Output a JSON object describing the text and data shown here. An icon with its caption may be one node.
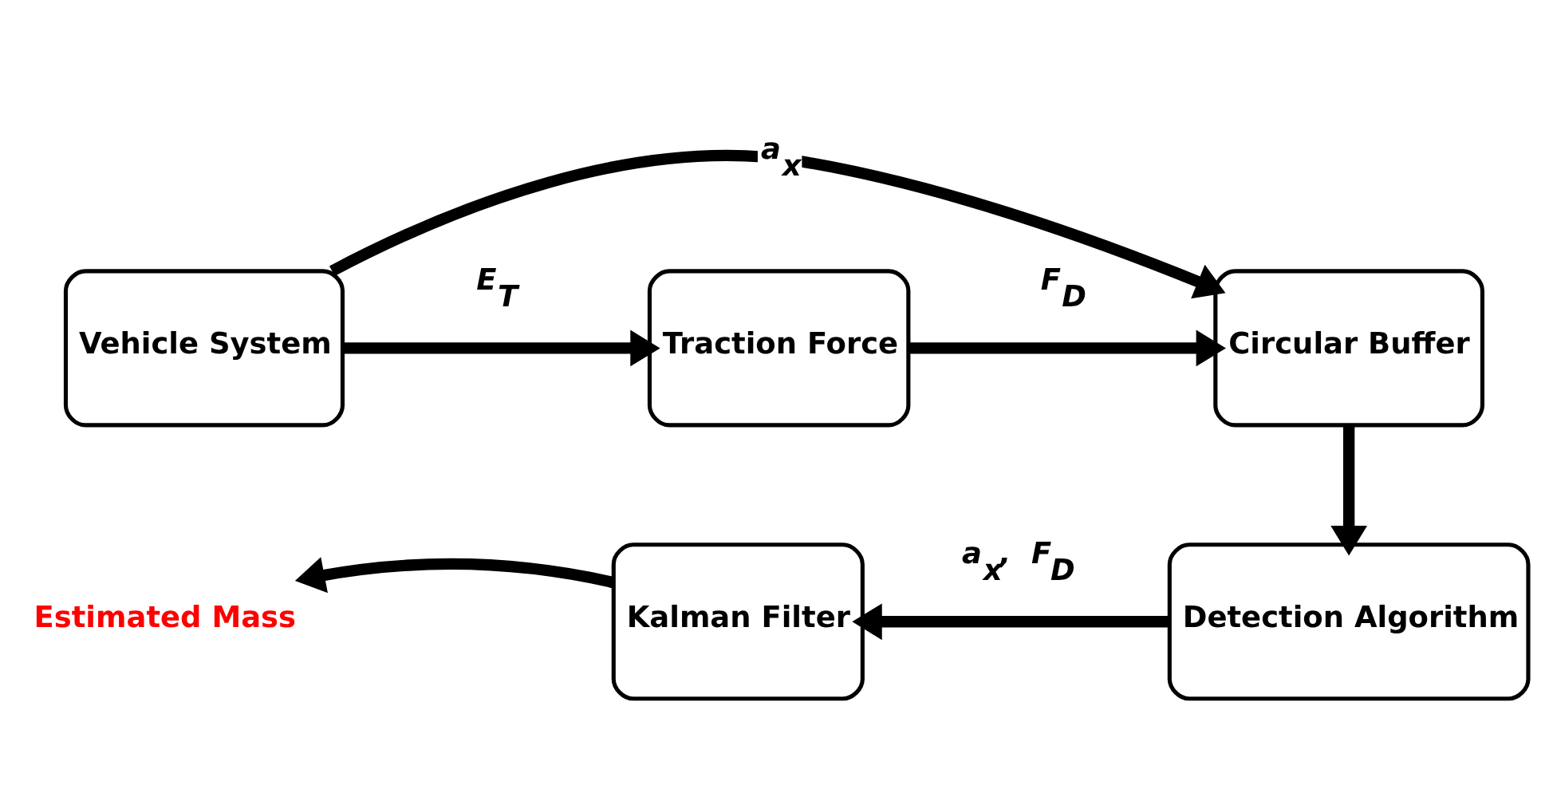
{
  "diagram": {
    "nodes": [
      {
        "text": [
          "Vehicle System"
        ]
      },
      {
        "text": [
          "Traction Force"
        ]
      },
      {
        "text": [
          "Circular Buffer"
        ]
      },
      {
        "text": [
          "Detection Algorithm"
        ]
      },
      {
        "text": [
          "Kalman Filter"
        ]
      },
      {
        "text": [
          "Estimated Mass"
        ]
      }
    ],
    "edges": [
      {
        "from": 0,
        "to": 2,
        "arrow": "to",
        "label": "a$_{x}$"
      },
      {
        "from": 0,
        "to": 1,
        "arrow": "to",
        "label": "E$_{T}$"
      },
      {
        "from": 1,
        "to": 2,
        "arrow": "to",
        "label": "F$_{D}$"
      },
      {
        "from": 2,
        "to": 3,
        "arrow": "to"
      },
      {
        "from": 3,
        "to": 4,
        "arrow": "to",
        "label": "a$_{x}$,  F$_{D}$"
      },
      {
        "from": 4,
        "to": 5,
        "arrow": "to"
      }
    ]
  }
}
